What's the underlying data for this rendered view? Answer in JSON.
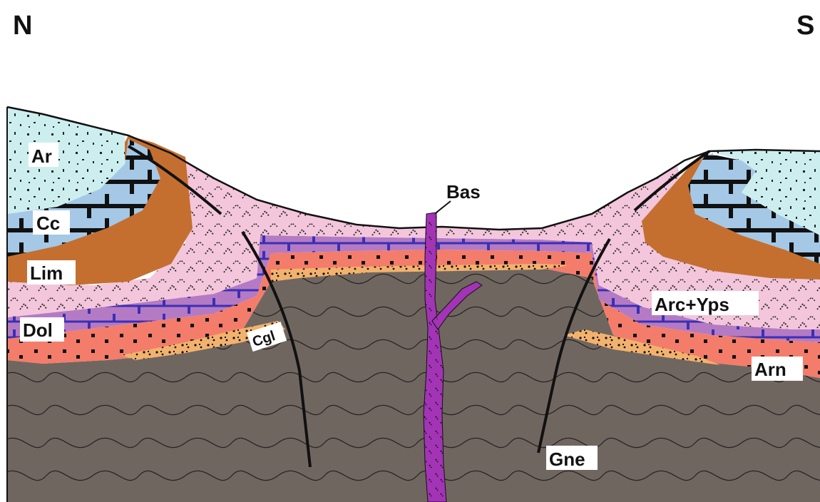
{
  "orientation": {
    "left": "N",
    "right": "S"
  },
  "labels": {
    "ar": "Ar",
    "cc": "Cc",
    "lim": "Lim",
    "dol": "Dol",
    "cgl": "Cgl",
    "bas": "Bas",
    "arc_yps": "Arc+Yps",
    "arn": "Arn",
    "gne": "Gne"
  },
  "colors": {
    "ar": "#cdeeee",
    "cc": "#a4c8e6",
    "lim": "#c46f30",
    "arc_yps": "#f3c6db",
    "dol": "#b47bc4",
    "dol_lines": "#3b2fb5",
    "arn": "#f47c6a",
    "cgl": "#f2b26e",
    "gne": "#706660",
    "bas": "#a234b5",
    "fault": "#111111"
  }
}
